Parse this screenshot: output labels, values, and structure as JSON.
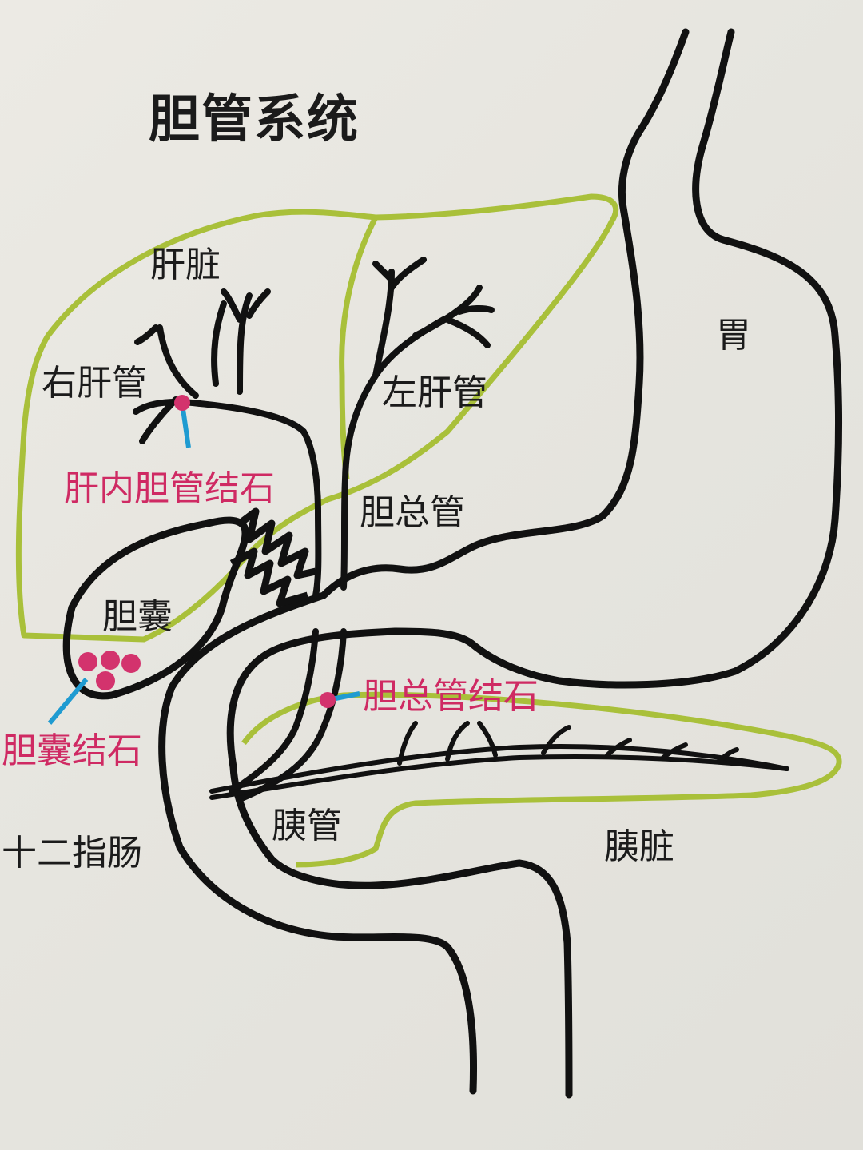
{
  "title": "胆管系统",
  "labels": {
    "liver": "肝脏",
    "right_hepatic_duct": "右肝管",
    "left_hepatic_duct": "左肝管",
    "common_bile_duct": "胆总管",
    "gallbladder": "胆囊",
    "stomach": "胃",
    "pancreatic_duct": "胰管",
    "pancreas": "胰脏",
    "duodenum": "十二指肠"
  },
  "stone_labels": {
    "intrahepatic": "肝内胆管结石",
    "common_duct": "胆总管结石",
    "gallbladder": "胆囊结石"
  },
  "colors": {
    "organ_outline": "#a9c03a",
    "duct_line": "#111111",
    "stone_marker": "#d3336d",
    "stone_pointer": "#1f9bd1",
    "stone_text": "#cf2a63"
  }
}
